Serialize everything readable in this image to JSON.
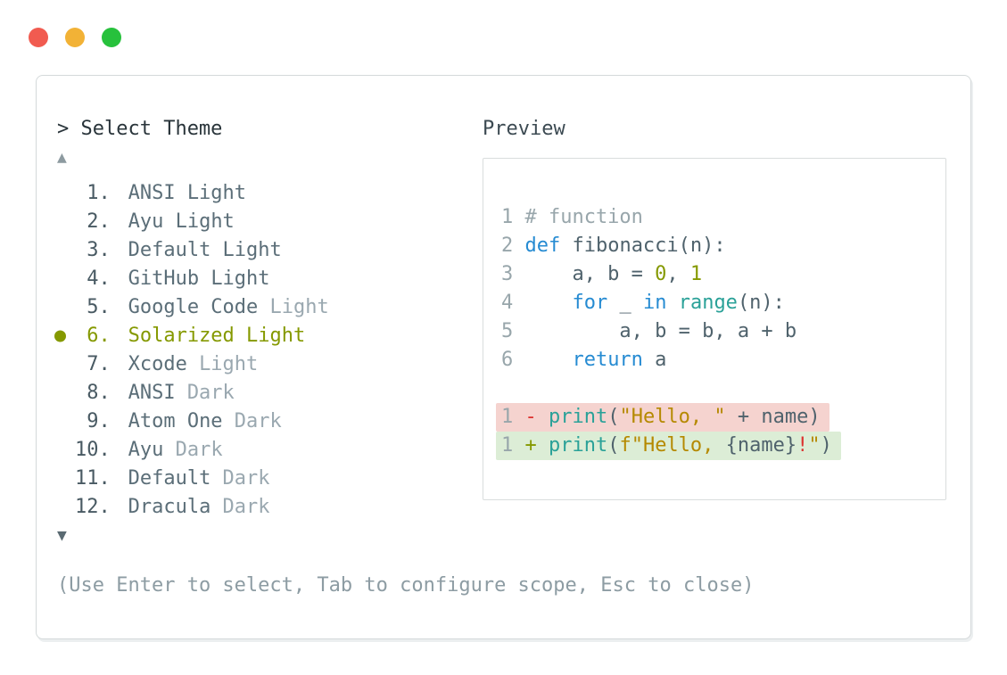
{
  "window": {
    "controls": {
      "close": "close",
      "minimize": "minimize",
      "zoom": "zoom"
    },
    "control_colors": {
      "close": "#f15b50",
      "minimize": "#f2b236",
      "zoom": "#27c13c"
    }
  },
  "theme_picker": {
    "prompt_symbol": ">",
    "title": "Select Theme",
    "scroll_up_symbol": "▲",
    "scroll_down_symbol": "▼",
    "selected_bullet": "●",
    "selected_number": 6,
    "items": [
      {
        "number": "1.",
        "name": "ANSI",
        "variant": "Light",
        "selected": false,
        "variant_dimmed": false
      },
      {
        "number": "2.",
        "name": "Ayu",
        "variant": "Light",
        "selected": false,
        "variant_dimmed": false
      },
      {
        "number": "3.",
        "name": "Default",
        "variant": "Light",
        "selected": false,
        "variant_dimmed": false
      },
      {
        "number": "4.",
        "name": "GitHub",
        "variant": "Light",
        "selected": false,
        "variant_dimmed": false
      },
      {
        "number": "5.",
        "name": "Google Code",
        "variant": "Light",
        "selected": false,
        "variant_dimmed": true
      },
      {
        "number": "6.",
        "name": "Solarized",
        "variant": "Light",
        "selected": true,
        "variant_dimmed": false
      },
      {
        "number": "7.",
        "name": "Xcode",
        "variant": "Light",
        "selected": false,
        "variant_dimmed": true
      },
      {
        "number": "8.",
        "name": "ANSI",
        "variant": "Dark",
        "selected": false,
        "variant_dimmed": true
      },
      {
        "number": "9.",
        "name": "Atom One",
        "variant": "Dark",
        "selected": false,
        "variant_dimmed": true
      },
      {
        "number": "10.",
        "name": "Ayu",
        "variant": "Dark",
        "selected": false,
        "variant_dimmed": true
      },
      {
        "number": "11.",
        "name": "Default",
        "variant": "Dark",
        "selected": false,
        "variant_dimmed": true
      },
      {
        "number": "12.",
        "name": "Dracula",
        "variant": "Dark",
        "selected": false,
        "variant_dimmed": true
      }
    ],
    "footer_hint": "(Use Enter to select, Tab to configure scope, Esc to close)"
  },
  "preview": {
    "title": "Preview",
    "code_lines": [
      {
        "no": "1",
        "tokens": [
          {
            "t": "# function",
            "c": "cmt"
          }
        ]
      },
      {
        "no": "2",
        "tokens": [
          {
            "t": "def",
            "c": "kw"
          },
          {
            "t": " fibonacci(n):",
            "c": "pl"
          }
        ]
      },
      {
        "no": "3",
        "tokens": [
          {
            "t": "    a, b = ",
            "c": "pl"
          },
          {
            "t": "0",
            "c": "num"
          },
          {
            "t": ", ",
            "c": "pl"
          },
          {
            "t": "1",
            "c": "num"
          }
        ]
      },
      {
        "no": "4",
        "tokens": [
          {
            "t": "    ",
            "c": "pl"
          },
          {
            "t": "for",
            "c": "kw"
          },
          {
            "t": " _ ",
            "c": "pl"
          },
          {
            "t": "in",
            "c": "kw"
          },
          {
            "t": " ",
            "c": "pl"
          },
          {
            "t": "range",
            "c": "fn"
          },
          {
            "t": "(n):",
            "c": "pl"
          }
        ]
      },
      {
        "no": "5",
        "tokens": [
          {
            "t": "        a, b = b, a + b",
            "c": "pl"
          }
        ]
      },
      {
        "no": "6",
        "tokens": [
          {
            "t": "    ",
            "c": "pl"
          },
          {
            "t": "return",
            "c": "kw"
          },
          {
            "t": " a",
            "c": "pl"
          }
        ]
      }
    ],
    "diff_lines": [
      {
        "no": "1",
        "kind": "removed",
        "tokens": [
          {
            "t": "- ",
            "c": "red"
          },
          {
            "t": "print",
            "c": "fn"
          },
          {
            "t": "(",
            "c": "pl"
          },
          {
            "t": "\"Hello, \"",
            "c": "str"
          },
          {
            "t": " + name)",
            "c": "pl"
          }
        ]
      },
      {
        "no": "1",
        "kind": "added",
        "tokens": [
          {
            "t": "+ ",
            "c": "grn"
          },
          {
            "t": "print",
            "c": "fn"
          },
          {
            "t": "(",
            "c": "pl"
          },
          {
            "t": "f\"Hello, ",
            "c": "str"
          },
          {
            "t": "{name}",
            "c": "pl"
          },
          {
            "t": "!",
            "c": "red"
          },
          {
            "t": "\"",
            "c": "str"
          },
          {
            "t": ")",
            "c": "pl"
          }
        ]
      }
    ]
  },
  "colors": {
    "selected_accent": "#859900",
    "keyword": "#268bd2",
    "function": "#2aa198",
    "number_literal": "#859900",
    "string_literal": "#b58900",
    "diff_removed_fg": "#dc322f",
    "diff_added_fg": "#859900",
    "diff_removed_bg": "#f5d3cf",
    "diff_added_bg": "#dcedd6",
    "comment": "#98a6ab",
    "body_text": "#4f626c",
    "dim_text": "#9aa8b0",
    "panel_border": "#d4d9da"
  }
}
